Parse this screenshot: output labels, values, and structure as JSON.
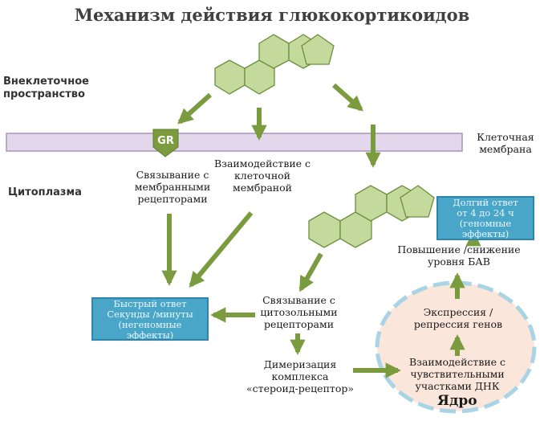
{
  "title": "Механизм действия глюкокортикоидов",
  "regions": {
    "extracellular": [
      "Внеклеточное",
      "пространство"
    ],
    "cytoplasm": "Цитоплазма",
    "membrane": [
      "Клеточная",
      "мембрана"
    ],
    "nucleus": "Ядро"
  },
  "receptor_marker": "GR",
  "labels": {
    "membrane_receptor_binding": [
      "Связывание с",
      "мембранными",
      "рецепторами"
    ],
    "membrane_interaction": [
      "Взаимодействие с",
      "клеточной",
      "мембраной"
    ],
    "cytosolic_binding": [
      "Связывание с",
      "цитозольными",
      "рецепторами"
    ],
    "dimerization": [
      "Димеризация",
      "комплекса",
      "«стероид-рецептор»"
    ],
    "dna_interaction": [
      "Взаимодействие с",
      "чувствительными",
      "участками ДНК"
    ],
    "gene_expression": [
      "Экспрессия /",
      "репрессия генов"
    ],
    "bav_change": [
      "Повышение /снижение",
      "уровня БАВ"
    ]
  },
  "boxes": {
    "fast_response": [
      "Быстрый ответ",
      "Секунды /минуты",
      "(негеномные",
      "эффекты)"
    ],
    "long_response": [
      "Долгий ответ",
      "от 4 до 24 ч",
      "(геномные",
      "эффекты)"
    ]
  },
  "colors": {
    "hexagon_fill": "#c3da9c",
    "hexagon_stroke": "#6c8e3c",
    "arrow": "#7a9c3e",
    "membrane_fill": "#e3d7ec",
    "membrane_stroke": "#a894bd",
    "box_fill": "#4aa6c8",
    "nucleus_fill": "#fbe6dc",
    "nucleus_border": "#a8d4e6"
  }
}
